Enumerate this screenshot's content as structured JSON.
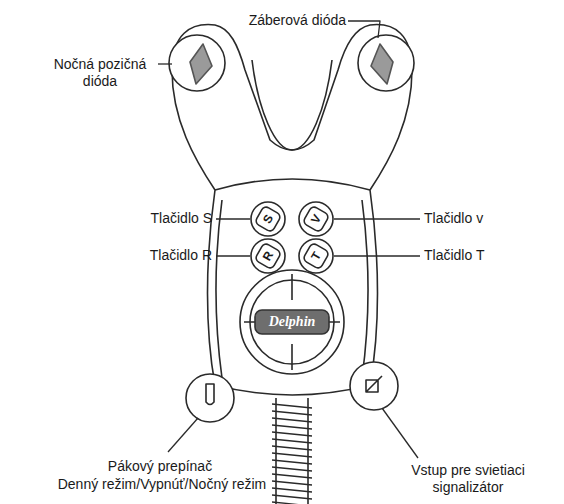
{
  "diagram": {
    "labels": [
      "Záberová dióda",
      "Nočná pozičná dióda",
      "Tlačidlo S",
      "Tlačidlo v",
      "Tlačidlo R",
      "Tlačidlo T",
      "S",
      "V",
      "R",
      "T",
      "Delphin",
      "Pákový prepínač",
      "Denný režim/Vypnúť/Nočný režim",
      "Vstup pre svietiaci signalizátor"
    ]
  }
}
